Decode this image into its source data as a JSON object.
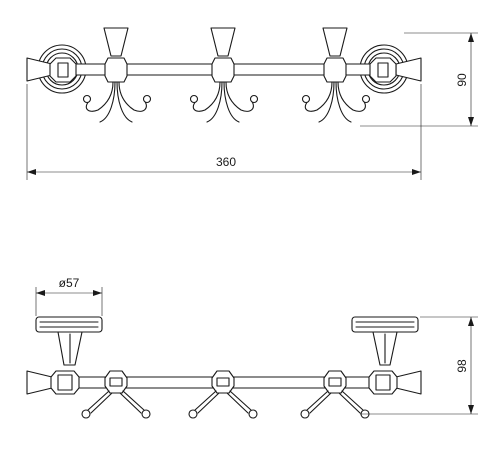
{
  "views": {
    "front": {
      "overall_length_label": "360",
      "height_label": "90",
      "hook_count": 3
    },
    "bottom": {
      "base_diameter_label": "ø57",
      "projection_label": "98",
      "hook_count": 3
    }
  }
}
